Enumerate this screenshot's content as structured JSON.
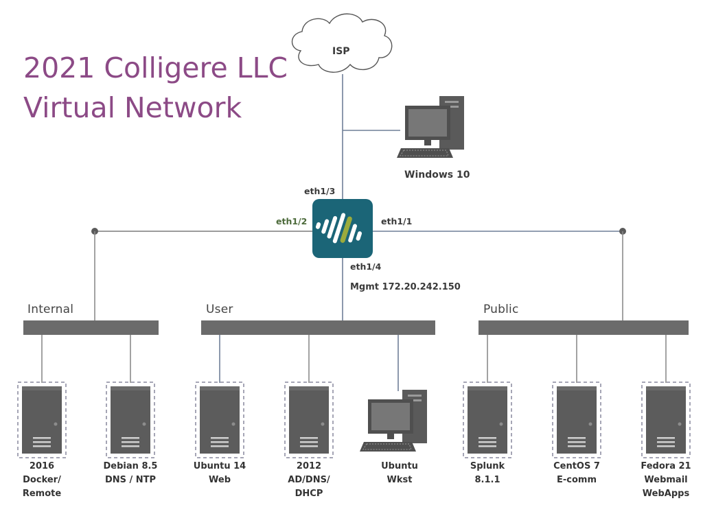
{
  "title": {
    "line1": "2021 Colligere LLC",
    "line2": "Virtual Network"
  },
  "cloud": {
    "label": "ISP"
  },
  "workstation_top": {
    "label": "Windows 10"
  },
  "firewall": {
    "ports": {
      "top": "eth1/3",
      "left": "eth1/2",
      "right": "eth1/1",
      "bottom": "eth1/4"
    },
    "mgmt": "Mgmt 172.20.242.150",
    "stripe_accent": "#9bab3c",
    "color": "#1b6577"
  },
  "segments": {
    "internal": "Internal",
    "user": "User",
    "public": "Public"
  },
  "nodes": [
    {
      "id": "docker",
      "type": "server",
      "lines": [
        "2016",
        "Docker/",
        "Remote"
      ]
    },
    {
      "id": "debian",
      "type": "server",
      "lines": [
        "Debian 8.5",
        "DNS / NTP"
      ]
    },
    {
      "id": "ubuntu14",
      "type": "server",
      "lines": [
        "Ubuntu 14",
        "Web"
      ]
    },
    {
      "id": "ad2012",
      "type": "server",
      "lines": [
        "2012",
        "AD/DNS/",
        "DHCP"
      ]
    },
    {
      "id": "ubuntuwk",
      "type": "workstation",
      "lines": [
        "Ubuntu",
        "Wkst"
      ]
    },
    {
      "id": "splunk",
      "type": "server",
      "lines": [
        "Splunk",
        "8.1.1"
      ]
    },
    {
      "id": "centos",
      "type": "server",
      "lines": [
        "CentOS 7",
        "E-comm"
      ]
    },
    {
      "id": "fedora",
      "type": "server",
      "lines": [
        "Fedora 21",
        "Webmail",
        "WebApps"
      ]
    }
  ],
  "colors": {
    "title": "#8c4a86",
    "bar": "#6b6b6b",
    "line": "#8a8a8a",
    "line_blue": "#6f7f97",
    "server_body": "#5a5a5a",
    "dashed_border": "#a5a5b5"
  }
}
